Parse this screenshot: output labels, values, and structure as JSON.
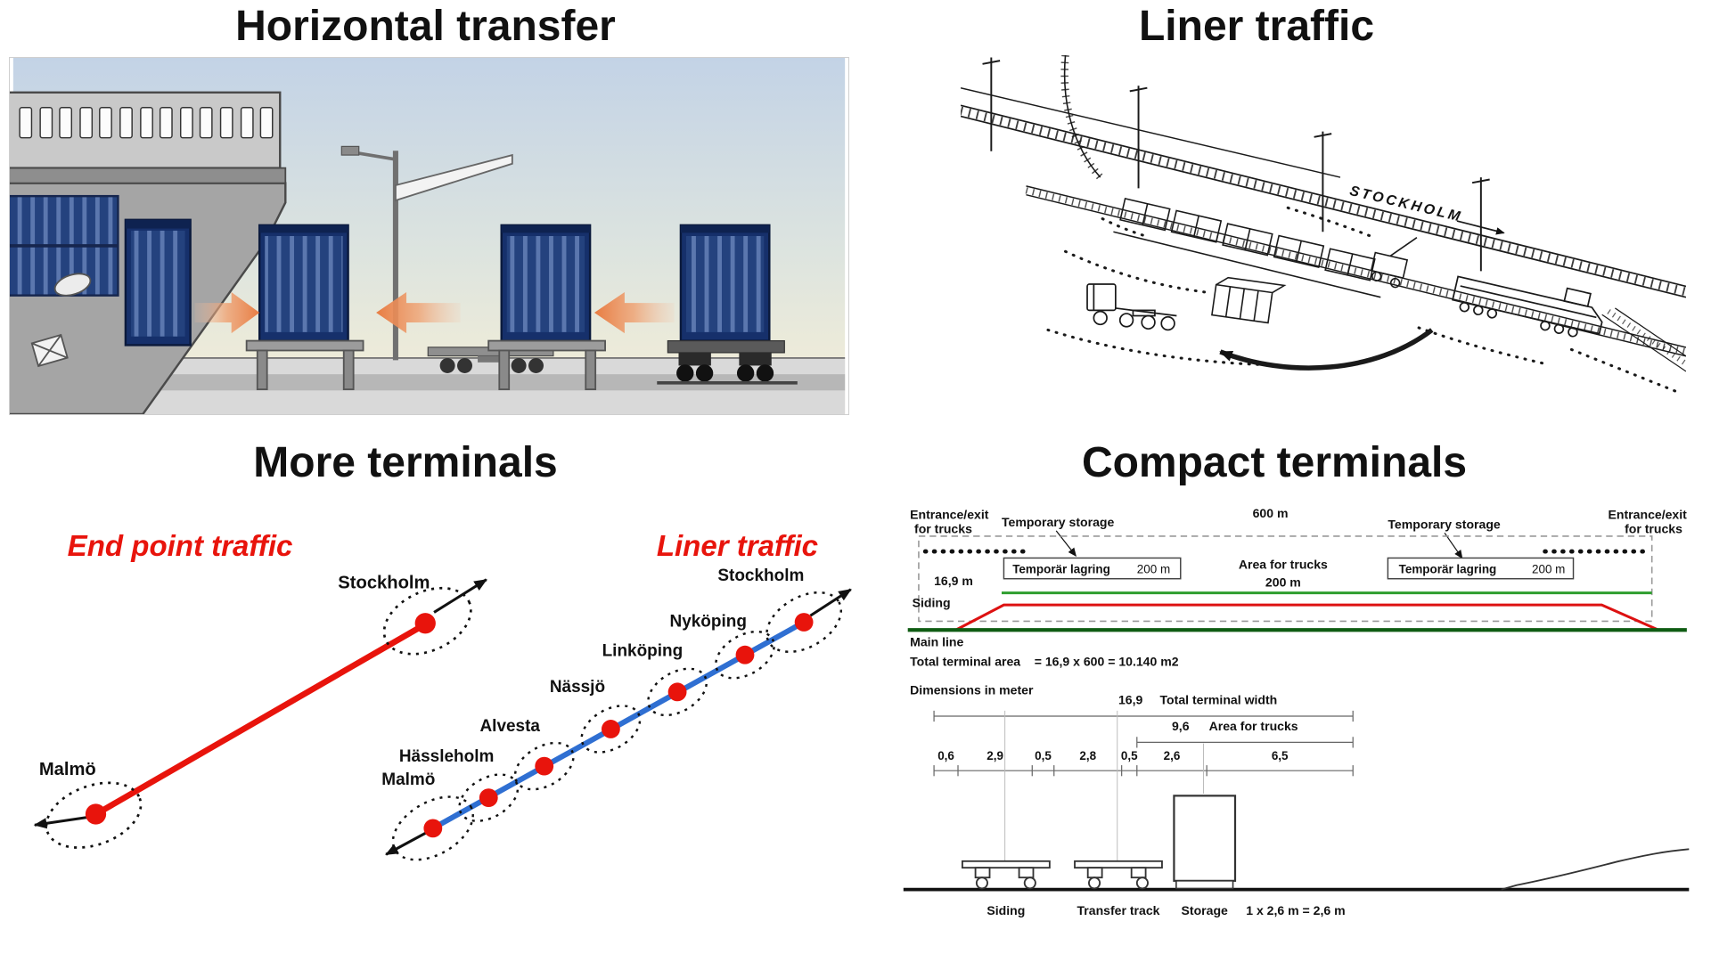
{
  "colors": {
    "title_text": "#111111",
    "accent_red": "#e8140c",
    "liner_blue": "#2f6fd2",
    "siding_green": "#2e9e2e",
    "main_line_green": "#0f5c13",
    "track_red": "#dd1111",
    "arrow_orange": "#e87c42",
    "container_blue": "#24427e"
  },
  "panels": {
    "horizontal_transfer": {
      "title": "Horizontal transfer"
    },
    "liner_traffic_sketch": {
      "title": "Liner traffic",
      "track_label": "STOCKHOLM"
    },
    "more_terminals": {
      "title": "More terminals",
      "end_point_traffic": {
        "label": "End point traffic",
        "station_top": "Stockholm",
        "station_bottom": "Malmö"
      },
      "liner_traffic": {
        "label": "Liner traffic",
        "stations": [
          "Malmö",
          "Hässleholm",
          "Alvesta",
          "Nässjö",
          "Linköping",
          "Nyköping",
          "Stockholm"
        ]
      }
    },
    "compact_terminals": {
      "title": "Compact terminals",
      "plan": {
        "entrance_line1": "Entrance/exit",
        "entrance_line2": "for trucks",
        "temporary_storage": "Temporary storage",
        "total_length": "600 m",
        "lagring_label": "Temporär lagring",
        "lagring_length": "200 m",
        "trucks_area_label": "Area for trucks",
        "trucks_area_length": "200 m",
        "terminal_width": "16,9 m",
        "siding": "Siding",
        "main_line": "Main line",
        "total_area_label": "Total terminal area",
        "total_area_value": "= 16,9 x 600 = 10.140 m2",
        "dimensions_note": "Dimensions in meter"
      },
      "section": {
        "total_width_value": "16,9",
        "total_width_label": "Total terminal width",
        "trucks_width_value": "9,6",
        "trucks_width_label": "Area for trucks",
        "dims": [
          "0,6",
          "2,9",
          "0,5",
          "2,8",
          "0,5",
          "2,6",
          "6,5"
        ],
        "label_siding": "Siding",
        "label_transfer_track": "Transfer track",
        "label_storage": "Storage",
        "storage_calc": "1 x 2,6 m = 2,6 m"
      }
    }
  }
}
